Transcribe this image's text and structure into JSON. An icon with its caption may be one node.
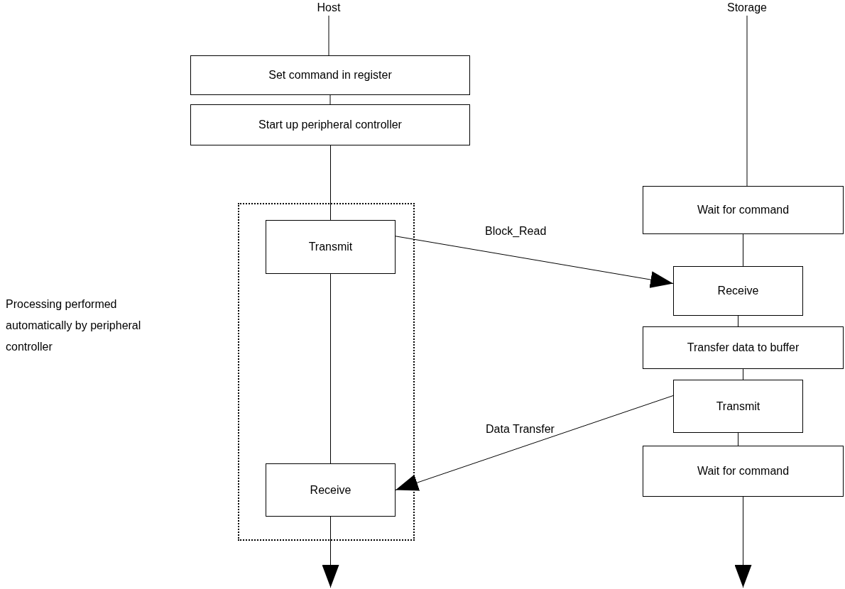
{
  "diagram": {
    "nodes": [
      {
        "text": [
          "Host"
        ]
      },
      {
        "text": [
          "Set command in register"
        ]
      },
      {
        "text": [
          "Start up peripheral controller"
        ]
      },
      {
        "text": [],
        "shape": "box"
      },
      {
        "text": [
          "Transmit"
        ],
        "in": 3
      },
      {
        "text": [
          "Receive"
        ],
        "in": 3
      },
      {
        "text": [
          "Storage"
        ]
      },
      {
        "text": [
          "Wait for command"
        ]
      },
      {
        "text": [
          "Receive"
        ]
      },
      {
        "text": [
          "Transfer data to buffer"
        ]
      },
      {
        "text": [
          "Transmit"
        ]
      },
      {
        "text": [
          "Wait for command"
        ]
      }
    ],
    "edges": [
      {
        "from": 0,
        "to": 1,
        "arrow": "none"
      },
      {
        "from": 1,
        "to": 2,
        "arrow": "none"
      },
      {
        "from": 2,
        "to": 4,
        "arrow": "none"
      },
      {
        "from": 4,
        "to": 5,
        "arrow": "none"
      },
      {
        "from": 5,
        "to": null,
        "arrow": "to"
      },
      {
        "from": 6,
        "to": 7,
        "arrow": "none"
      },
      {
        "from": 7,
        "to": 8,
        "arrow": "none"
      },
      {
        "from": 8,
        "to": 9,
        "arrow": "none"
      },
      {
        "from": 9,
        "to": 10,
        "arrow": "none"
      },
      {
        "from": 10,
        "to": 11,
        "arrow": "none"
      },
      {
        "from": 11,
        "to": null,
        "arrow": "to"
      },
      {
        "from": 4,
        "to": 8,
        "arrow": "to",
        "label": "Block_Read"
      },
      {
        "from": 10,
        "to": 5,
        "arrow": "to",
        "label": "Data Transfer"
      }
    ],
    "labels": [
      "Processing performed automatically by peripheral controller"
    ]
  }
}
